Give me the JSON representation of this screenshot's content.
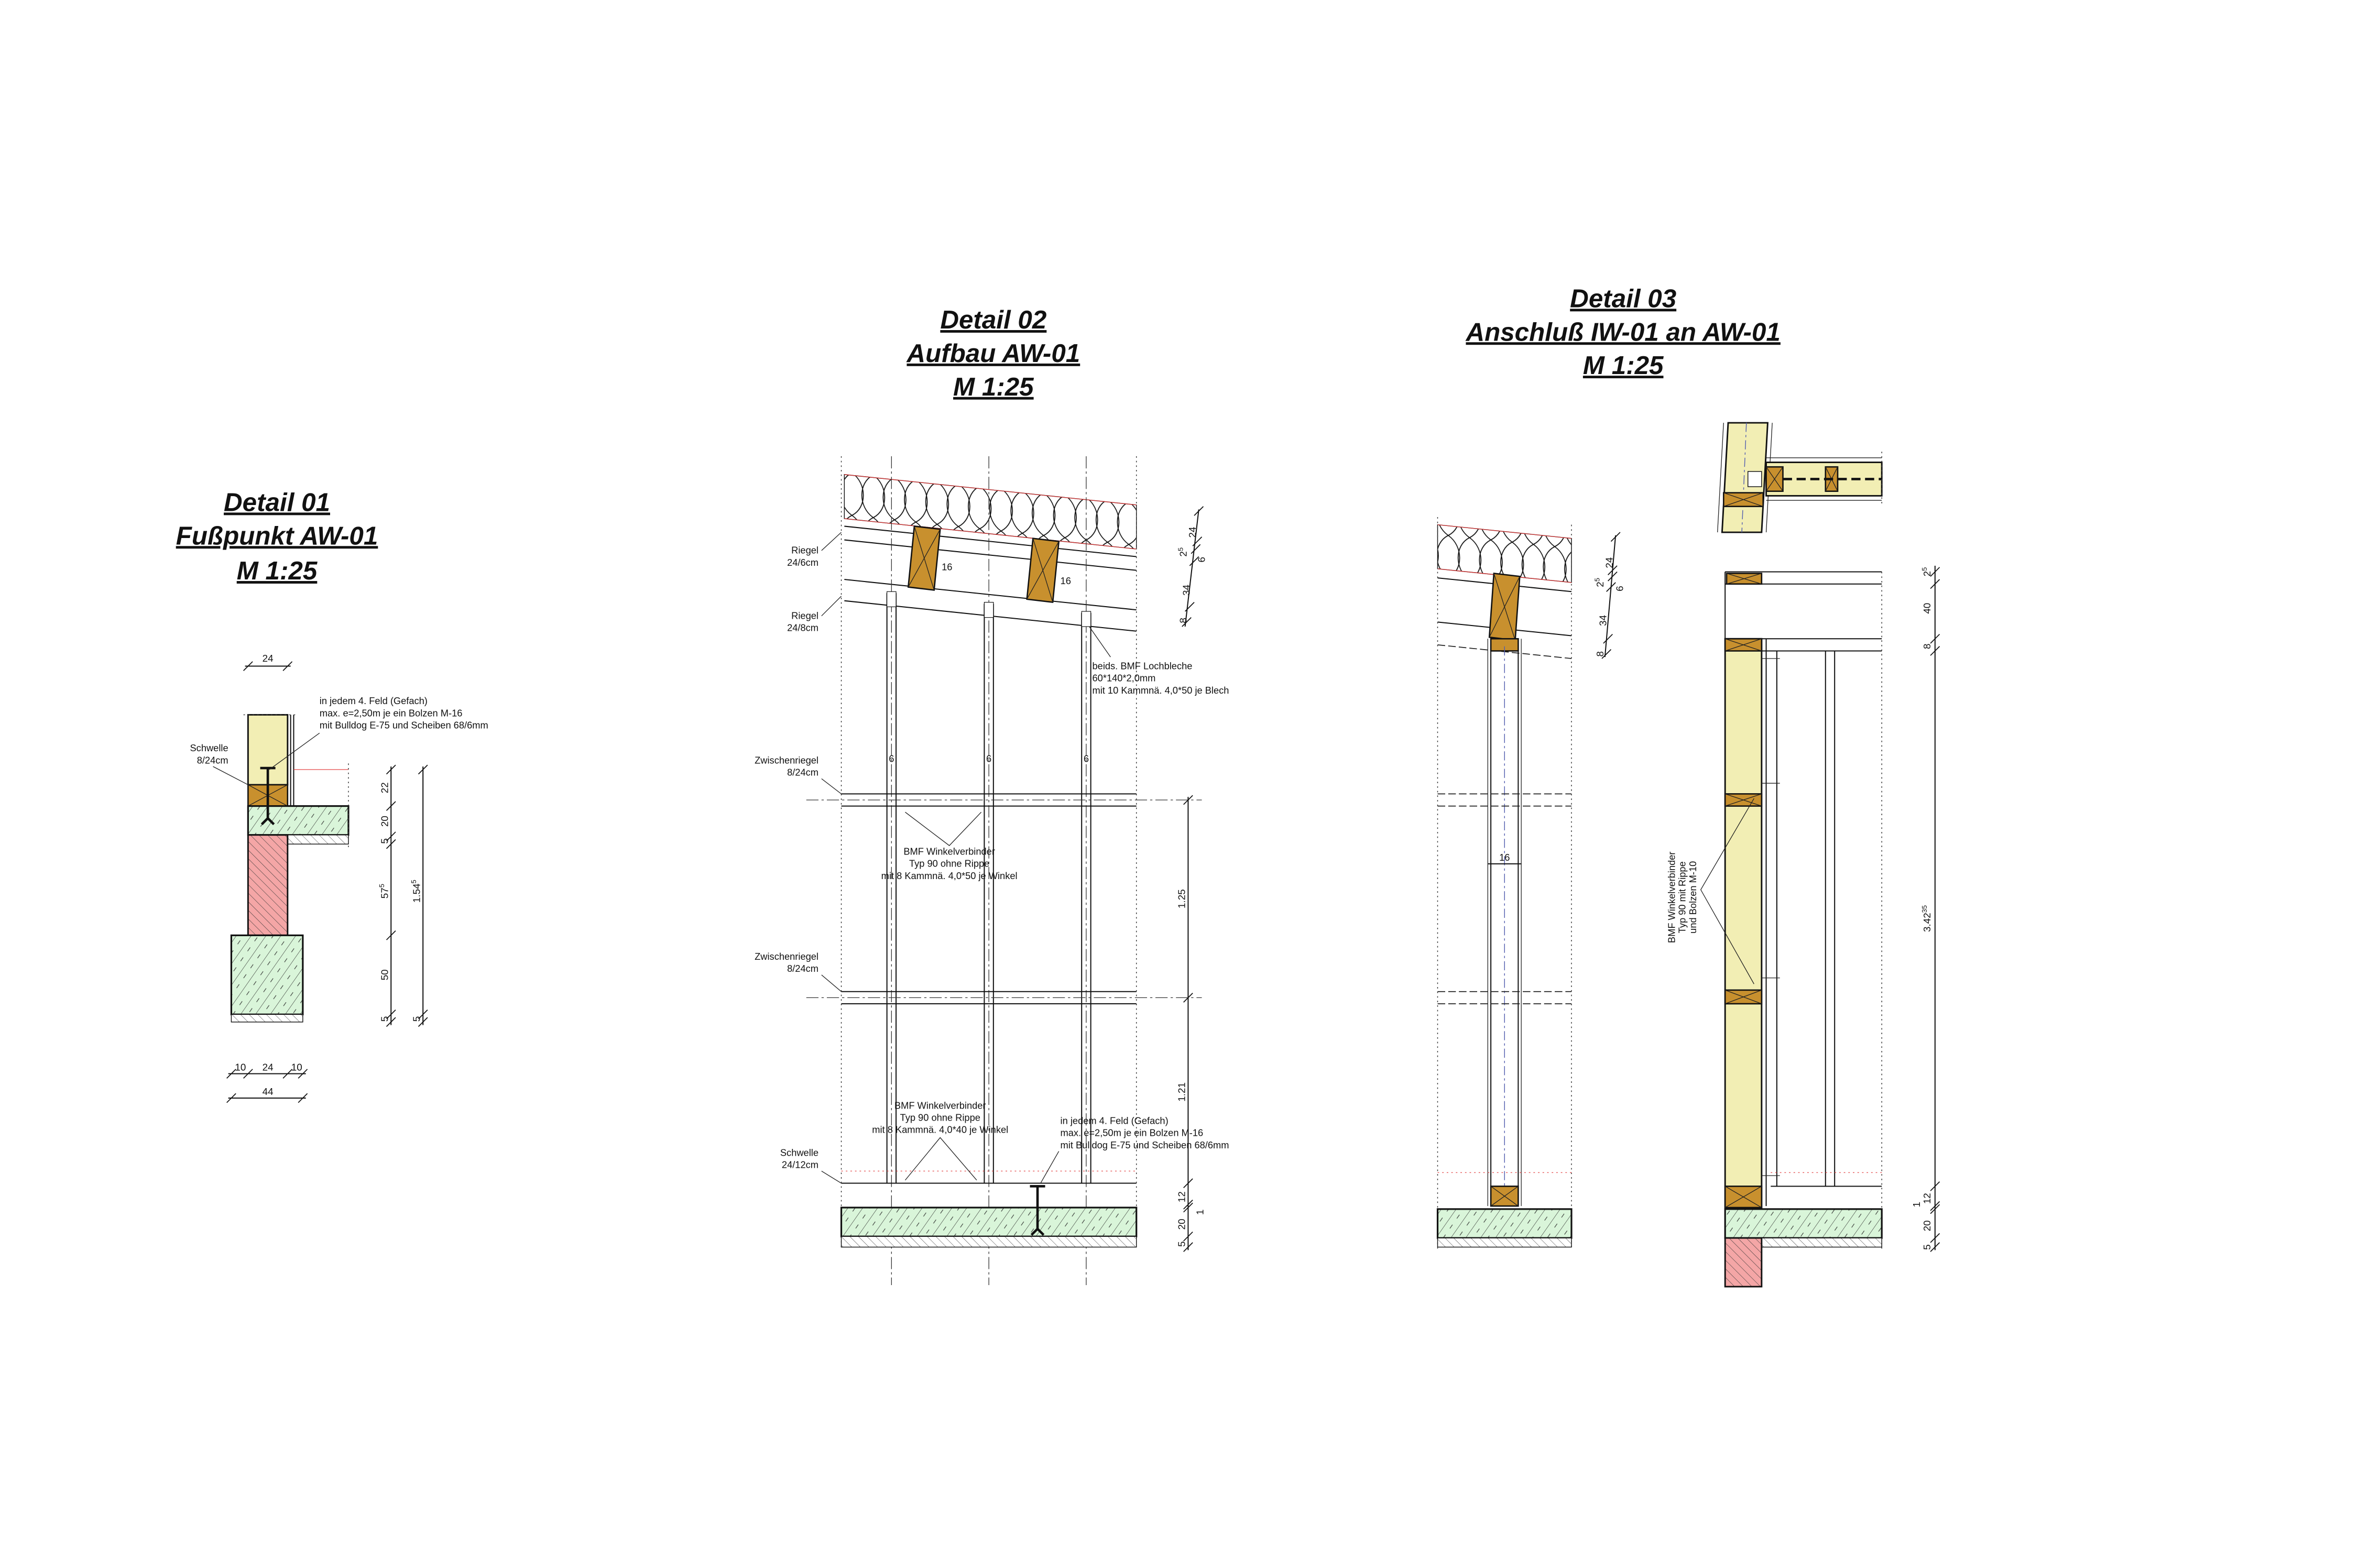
{
  "d1": {
    "title": "Detail 01",
    "subtitle": "Fußpunkt AW-01",
    "scale": "M 1:25",
    "schwelle": [
      "Schwelle",
      "8/24cm"
    ],
    "bolt_note": [
      "in jedem 4. Feld (Gefach)",
      "max. e=2,50m je ein Bolzen M-16",
      "mit Bulldog E-75 und Scheiben 68/6mm"
    ],
    "dim_top": "24",
    "dims_v": [
      "22",
      "20",
      "5",
      "50",
      "5"
    ],
    "dim_575": {
      "base": "57",
      "sup": "5"
    },
    "dim_total": {
      "base": "1.54",
      "sup": "5"
    },
    "dim_total_5": "5",
    "dims_bottom": [
      "10",
      "24",
      "10"
    ],
    "dim_bottom_total": "44"
  },
  "d2": {
    "title": "Detail 02",
    "subtitle": "Aufbau AW-01",
    "scale": "M 1:25",
    "riegel1": [
      "Riegel",
      "24/6cm"
    ],
    "riegel2": [
      "Riegel",
      "24/8cm"
    ],
    "zwischen1": [
      "Zwischenriegel",
      "8/24cm"
    ],
    "zwischen2": [
      "Zwischenriegel",
      "8/24cm"
    ],
    "schwelle": [
      "Schwelle",
      "24/12cm"
    ],
    "lochbleche": [
      "beids. BMF Lochbleche",
      "60*140*2,0mm",
      "mit 10 Kammnä. 4,0*50 je Blech"
    ],
    "winkel1": [
      "BMF Winkelverbinder",
      "Typ 90 ohne Rippe",
      "mit 8 Kammnä. 4,0*50 je Winkel"
    ],
    "winkel2": [
      "BMF Winkelverbinder",
      "Typ 90 ohne Rippe",
      "mit 8 Kammnä. 4,0*40 je Winkel"
    ],
    "bolt_note": [
      "in jedem 4. Feld (Gefach)",
      "max. e=2,50m je ein Bolzen M-16",
      "mit Bulldog E-75 und Scheiben 68/6mm"
    ],
    "riegel_width": "16",
    "stud_width": "6",
    "dims_top": [
      "24",
      "6",
      "34",
      "8"
    ],
    "dim_25": {
      "base": "2",
      "sup": "5"
    },
    "dims_right": [
      "1.25",
      "1.21",
      "12",
      "1",
      "20",
      "5"
    ]
  },
  "d3": {
    "title": "Detail 03",
    "subtitle": "Anschluß IW-01 an AW-01",
    "scale": "M 1:25",
    "stud_width": "16",
    "dims_left": [
      "24",
      "6",
      "34",
      "8"
    ],
    "dim_25": {
      "base": "2",
      "sup": "5"
    },
    "winkel": [
      "BMF Winkelverbinder",
      "Typ 90 mit Rippe",
      "und Bolzen M-10"
    ],
    "dims_right": [
      "40",
      "8",
      "12",
      "1",
      "20",
      "5"
    ],
    "dim_top": {
      "base": "2",
      "sup": "5"
    },
    "dim_total": {
      "base": "3.42",
      "sup": "35"
    }
  },
  "colors": {
    "timber": "#c8902e",
    "insulation_board": "#f2eeb4",
    "concrete": "#d9f5d9",
    "brick": "#f4a6a6"
  }
}
